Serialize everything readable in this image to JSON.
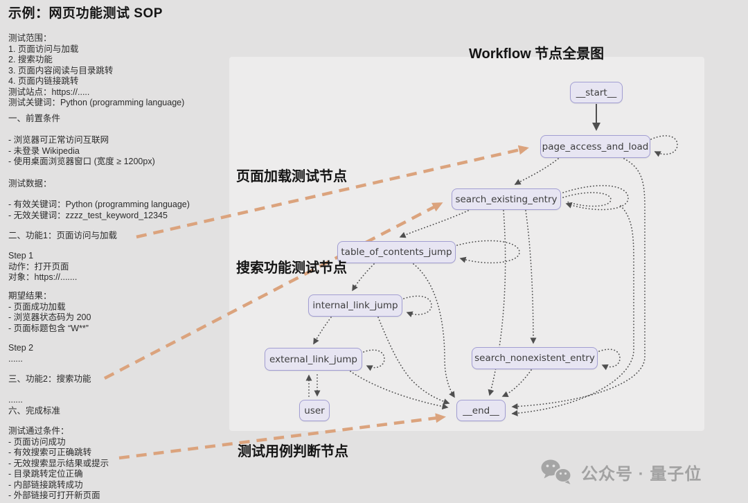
{
  "page": {
    "title": "示例：网页功能测试 SOP",
    "watermark": "公众号 · 量子位"
  },
  "left_column": {
    "blocks": [
      {
        "id": "scope",
        "text": "测试范围：\n1. 页面访问与加载\n2. 搜索功能\n3. 页面内容阅读与目录跳转\n4. 页面内链接跳转\n测试站点：https://.....\n测试关键词：Python (programming language)"
      },
      {
        "id": "precondition-heading",
        "text": "一、前置条件"
      },
      {
        "id": "precondition-list",
        "text": "- 浏览器可正常访问互联网\n- 未登录 Wikipedia\n- 使用桌面浏览器窗口 (宽度 ≥ 1200px)"
      },
      {
        "id": "test-data-heading",
        "text": "测试数据："
      },
      {
        "id": "test-data-list",
        "text": "- 有效关键词：Python (programming language)\n- 无效关键词：zzzz_test_keyword_12345"
      },
      {
        "id": "feature1-heading",
        "text": "二、功能1：页面访问与加载"
      },
      {
        "id": "step1",
        "text": "Step 1\n动作：打开页面\n对象：https://......."
      },
      {
        "id": "expected-results",
        "text": "期望结果：\n- 页面成功加载\n- 浏览器状态码为 200\n- 页面标题包含 “W**”"
      },
      {
        "id": "step2",
        "text": "Step 2\n......"
      },
      {
        "id": "feature2-heading",
        "text": "三、功能2：搜索功能"
      },
      {
        "id": "completion-heading",
        "text": "......\n六、完成标准"
      },
      {
        "id": "pass-conditions",
        "text": "测试通过条件：\n- 页面访问成功\n- 有效搜索可正确跳转\n- 无效搜索显示结果或提示\n- 目录跳转定位正确\n- 内部链接跳转成功\n- 外部链接可打开新页面"
      }
    ]
  },
  "diagram": {
    "title": "Workflow 节点全景图",
    "section_labels": [
      {
        "id": "page-load-test-nodes",
        "text": "页面加载测试节点"
      },
      {
        "id": "search-test-nodes",
        "text": "搜索功能测试节点"
      },
      {
        "id": "testcase-judge-nodes",
        "text": "测试用例判断节点"
      }
    ],
    "nodes": [
      {
        "id": "start",
        "label": "__start__"
      },
      {
        "id": "page_access_and_load",
        "label": "page_access_and_load"
      },
      {
        "id": "search_existing_entry",
        "label": "search_existing_entry"
      },
      {
        "id": "table_of_contents_jump",
        "label": "table_of_contents_jump"
      },
      {
        "id": "internal_link_jump",
        "label": "internal_link_jump"
      },
      {
        "id": "external_link_jump",
        "label": "external_link_jump"
      },
      {
        "id": "search_nonexistent_entry",
        "label": "search_nonexistent_entry"
      },
      {
        "id": "user",
        "label": "user"
      },
      {
        "id": "end",
        "label": "__end__"
      }
    ],
    "edges": [
      {
        "from": "__start__",
        "to": "page_access_and_load",
        "style": "solid"
      },
      {
        "from": "page_access_and_load",
        "to": "page_access_and_load",
        "style": "self-loop"
      },
      {
        "from": "page_access_and_load",
        "to": "search_existing_entry",
        "style": "dotted"
      },
      {
        "from": "page_access_and_load",
        "to": "__end__",
        "style": "dotted"
      },
      {
        "from": "search_existing_entry",
        "to": "search_existing_entry",
        "style": "self-loop"
      },
      {
        "from": "search_existing_entry",
        "to": "table_of_contents_jump",
        "style": "dotted"
      },
      {
        "from": "search_existing_entry",
        "to": "search_nonexistent_entry",
        "style": "dotted"
      },
      {
        "from": "search_existing_entry",
        "to": "__end__",
        "style": "dotted"
      },
      {
        "from": "table_of_contents_jump",
        "to": "table_of_contents_jump",
        "style": "self-loop"
      },
      {
        "from": "table_of_contents_jump",
        "to": "internal_link_jump",
        "style": "dotted"
      },
      {
        "from": "table_of_contents_jump",
        "to": "__end__",
        "style": "dotted"
      },
      {
        "from": "internal_link_jump",
        "to": "internal_link_jump",
        "style": "self-loop"
      },
      {
        "from": "internal_link_jump",
        "to": "external_link_jump",
        "style": "dotted"
      },
      {
        "from": "internal_link_jump",
        "to": "__end__",
        "style": "dotted"
      },
      {
        "from": "external_link_jump",
        "to": "external_link_jump",
        "style": "self-loop"
      },
      {
        "from": "external_link_jump",
        "to": "user",
        "style": "dotted"
      },
      {
        "from": "user",
        "to": "external_link_jump",
        "style": "dotted"
      },
      {
        "from": "external_link_jump",
        "to": "__end__",
        "style": "dotted"
      },
      {
        "from": "search_nonexistent_entry",
        "to": "search_nonexistent_entry",
        "style": "self-loop"
      },
      {
        "from": "search_nonexistent_entry",
        "to": "__end__",
        "style": "dotted"
      }
    ],
    "annotations": [
      {
        "from": "feature1-heading",
        "to": "page_access_and_load",
        "style": "orange-dashed"
      },
      {
        "from": "feature2-heading",
        "to": "search_existing_entry",
        "style": "orange-dashed"
      },
      {
        "from": "pass-conditions",
        "to": "__end__",
        "style": "orange-dashed"
      }
    ]
  },
  "colors": {
    "background": "#e2e1e1",
    "panel": "#edecec",
    "node_fill": "#e7e5f2",
    "node_border": "#a29ed2",
    "edge": "#4f4f4f",
    "annotation_arrow": "#dba37d",
    "text": "#2b2b2b",
    "watermark": "#a2a2a2"
  }
}
